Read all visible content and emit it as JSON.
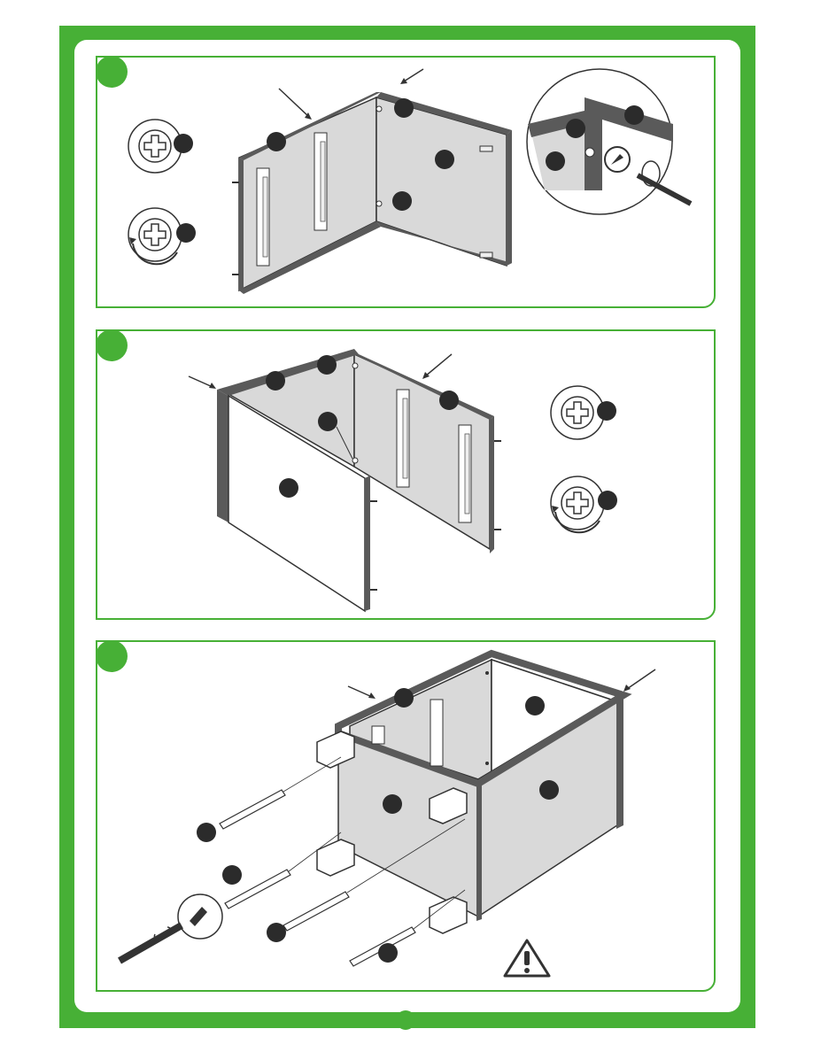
{
  "document": {
    "type": "assembly-instructions",
    "steps": [
      {
        "id": "step-1",
        "label": ""
      },
      {
        "id": "step-2",
        "label": ""
      },
      {
        "id": "step-3",
        "label": ""
      }
    ],
    "page_number": "",
    "warning_icon": "warning-triangle-icon",
    "colors": {
      "frame_green": "#47b036",
      "panel_grey": "#d9d9d9",
      "edge_dark": "#5a5a5a",
      "callout_dark": "#2b2b2b"
    }
  }
}
